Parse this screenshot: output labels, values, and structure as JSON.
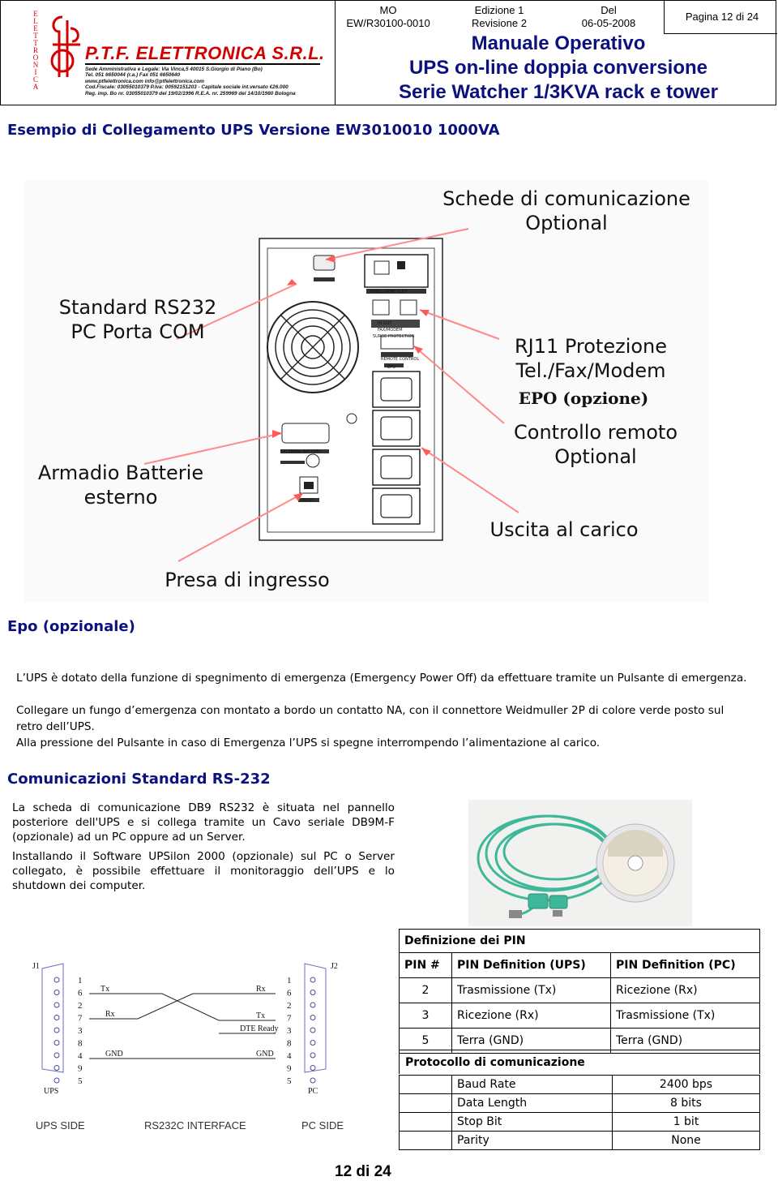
{
  "header": {
    "logo_letters": [
      "E",
      "L",
      "E",
      "T",
      "T",
      "R",
      "O",
      "N",
      "I",
      "C",
      "A"
    ],
    "company_name": "P.T.F. ELETTRONICA S.R.L.",
    "company_info": [
      "Sede Amministrativa e Legale: Via Vinca,5 40015 S.Giorgio di Piano (Bo)",
      "Tel. 051 6650044 (r.a.) Fax 051 6650640",
      "www.ptfelettronica.com  info@ptfelettronica.com",
      "Cod.Fiscale: 03055010379 P.Iva: 00592151203 - Capitale sociale int.versato €26.000",
      "Reg. imp. Bo nr. 03055010379 del 19/02/1996 R.E.A. nr. 259969 del 14/10/1980 Bologna"
    ],
    "mo_label": "MO",
    "mo_code": "EW/R30100-0010",
    "edition": "Edizione 1",
    "revision": "Revisione 2",
    "del_label": "Del",
    "date": "06-05-2008",
    "page": "Pagina 12 di 24",
    "title_lines": [
      "Manuale Operativo",
      "UPS on-line doppia conversione",
      "Serie Watcher 1/3KVA rack e tower"
    ]
  },
  "example_title": "Esempio di Collegamento UPS Versione EW3010010 1000VA",
  "figure": {
    "callouts": {
      "optional_cards": "Schede di comunicazione\nOptional",
      "rs232": "Standard RS232\nPC Porta COM",
      "rj11": "RJ11 Protezione\nTel./Fax/Modem",
      "epo": "EPO (opzione)",
      "remote": "Controllo remoto\nOptional",
      "battery": "Armadio Batterie\nesterno",
      "output": "Uscita al carico",
      "input": "Presa di ingresso"
    },
    "panel_labels": {
      "intelligent": "INTELLIGENT SLOT",
      "in_out": "IN     OUT",
      "fax": "FAX/MODEM",
      "surge": "SURGE PROTECTION",
      "remote_ctrl": "REMOTE CONTROL",
      "epo": "EPO",
      "ext_battery": "EXTERNAL BATTERY",
      "input": "INPUT"
    }
  },
  "epo": {
    "title": "Epo (opzionale)",
    "paragraphs": [
      "L’UPS è dotato della funzione di spegnimento di emergenza (Emergency Power Off) da effettuare tramite un Pulsante di emergenza.",
      "Collegare un fungo d’emergenza con montato a bordo un contatto NA, con il connettore Weidmuller 2P di colore verde posto sul retro dell’UPS.",
      "Alla pressione del Pulsante in caso di Emergenza l’UPS si spegne interrompendo l’alimentazione al carico."
    ]
  },
  "rs232": {
    "title": "Comunicazioni Standard RS-232",
    "paragraphs": [
      "La scheda di comunicazione DB9 RS232 è situata nel pannello posteriore dell'UPS e si collega tramite un Cavo seriale DB9M-F (opzionale) ad un PC oppure ad un Server.",
      "Installando il Software UPSilon 2000 (opzionale) sul PC o Server collegato, è possibile effettuare il monitoraggio dell’UPS e lo shutdown dei computer."
    ]
  },
  "wiring": {
    "j1": "J1",
    "j2": "J2",
    "left_pins": [
      "1",
      "6",
      "2",
      "7",
      "3",
      "8",
      "4",
      "9",
      "5"
    ],
    "right_pins": [
      "1",
      "6",
      "2",
      "7",
      "3",
      "8",
      "4",
      "9",
      "5"
    ],
    "tx_left": "Tx",
    "rx_left": "Rx",
    "gnd_left": "GND",
    "rx_right": "Rx",
    "tx_right": "Tx",
    "dte_ready": "DTE Ready",
    "gnd_right": "GND",
    "ups": "UPS",
    "pc": "PC",
    "ups_side": "UPS SIDE",
    "interface": "RS232C INTERFACE",
    "pc_side": "PC SIDE"
  },
  "pin_table": {
    "title": "Definizione dei PIN",
    "headers": [
      "PIN #",
      "PIN Definition (UPS)",
      "PIN Definition (PC)"
    ],
    "rows": [
      [
        "2",
        "Trasmissione (Tx)",
        "Ricezione (Rx)"
      ],
      [
        "3",
        "Ricezione (Rx)",
        "Trasmissione (Tx)"
      ],
      [
        "5",
        "Terra (GND)",
        "Terra (GND)"
      ]
    ]
  },
  "protocol_table": {
    "title": "Protocollo di comunicazione",
    "rows": [
      [
        "Baud Rate",
        "2400 bps"
      ],
      [
        "Data Length",
        "8 bits"
      ],
      [
        "Stop Bit",
        "1 bit"
      ],
      [
        "Parity",
        "None"
      ]
    ]
  },
  "footer": {
    "page": "12 di 24"
  },
  "colors": {
    "accent_blue": "#0b1280",
    "brand_red": "#d40000",
    "cable_green": "#3fb89a"
  }
}
